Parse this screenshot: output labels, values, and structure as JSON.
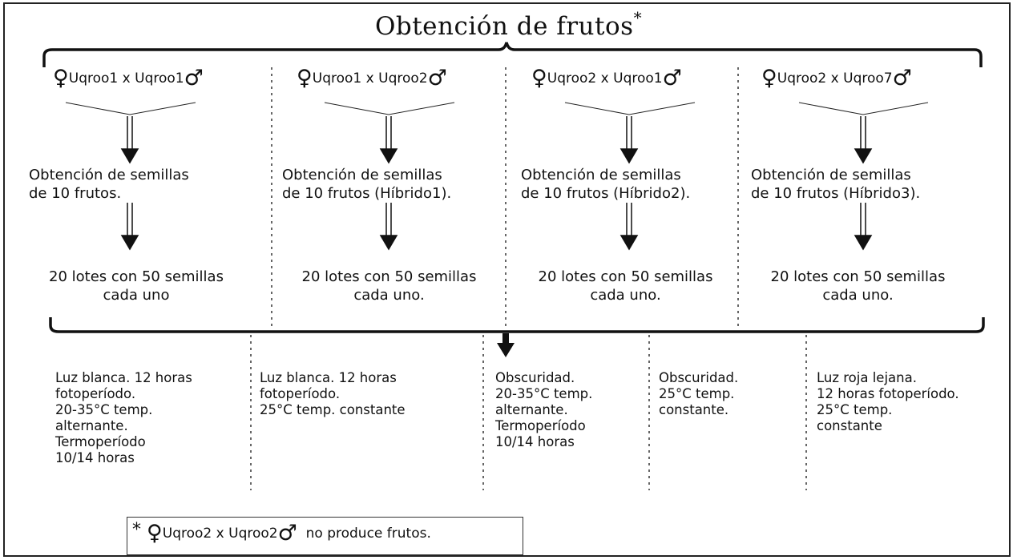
{
  "title": "Obtención de frutos",
  "title_mark": "*",
  "female_symbol": "♀",
  "male_symbol": "♂",
  "crosses": [
    {
      "female_parent": "Uqroo1",
      "separator": "x",
      "male_parent": "Uqroo1",
      "seeds": [
        "Obtención de semillas",
        "de 10 frutos."
      ],
      "lots": [
        "20 lotes con 50 semillas",
        "cada uno"
      ]
    },
    {
      "female_parent": "Uqroo1",
      "separator": "x",
      "male_parent": "Uqroo2",
      "seeds": [
        "Obtención de semillas",
        "de 10 frutos (Híbrido1)."
      ],
      "lots": [
        "20 lotes con 50 semillas",
        "cada uno."
      ]
    },
    {
      "female_parent": "Uqroo2",
      "separator": "x",
      "male_parent": "Uqroo1",
      "seeds": [
        "Obtención de semillas",
        "de 10 frutos (Híbrido2)."
      ],
      "lots": [
        "20 lotes con 50 semillas",
        "cada uno."
      ]
    },
    {
      "female_parent": "Uqroo2",
      "separator": "x",
      "male_parent": "Uqroo7",
      "seeds": [
        "Obtención de semillas",
        "de 10 frutos (Híbrido3)."
      ],
      "lots": [
        "20 lotes con 50 semillas",
        "cada uno."
      ]
    }
  ],
  "conditions": [
    [
      "Luz blanca. 12 horas",
      "fotoperíodo.",
      "20-35°C temp.",
      "alternante.",
      "Termoperíodo",
      "10/14 horas"
    ],
    [
      "Luz blanca. 12 horas",
      "fotoperíodo.",
      "25°C temp. constante"
    ],
    [
      "Obscuridad.",
      "20-35°C temp.",
      "alternante.",
      "Termoperíodo",
      "10/14 horas"
    ],
    [
      "Obscuridad.",
      "25°C temp.",
      "constante."
    ],
    [
      "Luz roja lejana.",
      "12 horas fotoperíodo.",
      "25°C temp.",
      "constante"
    ]
  ],
  "footnote": {
    "mark": "*",
    "female_parent": "Uqroo2",
    "separator": "x",
    "male_parent": "Uqroo2",
    "text": "no produce frutos."
  }
}
